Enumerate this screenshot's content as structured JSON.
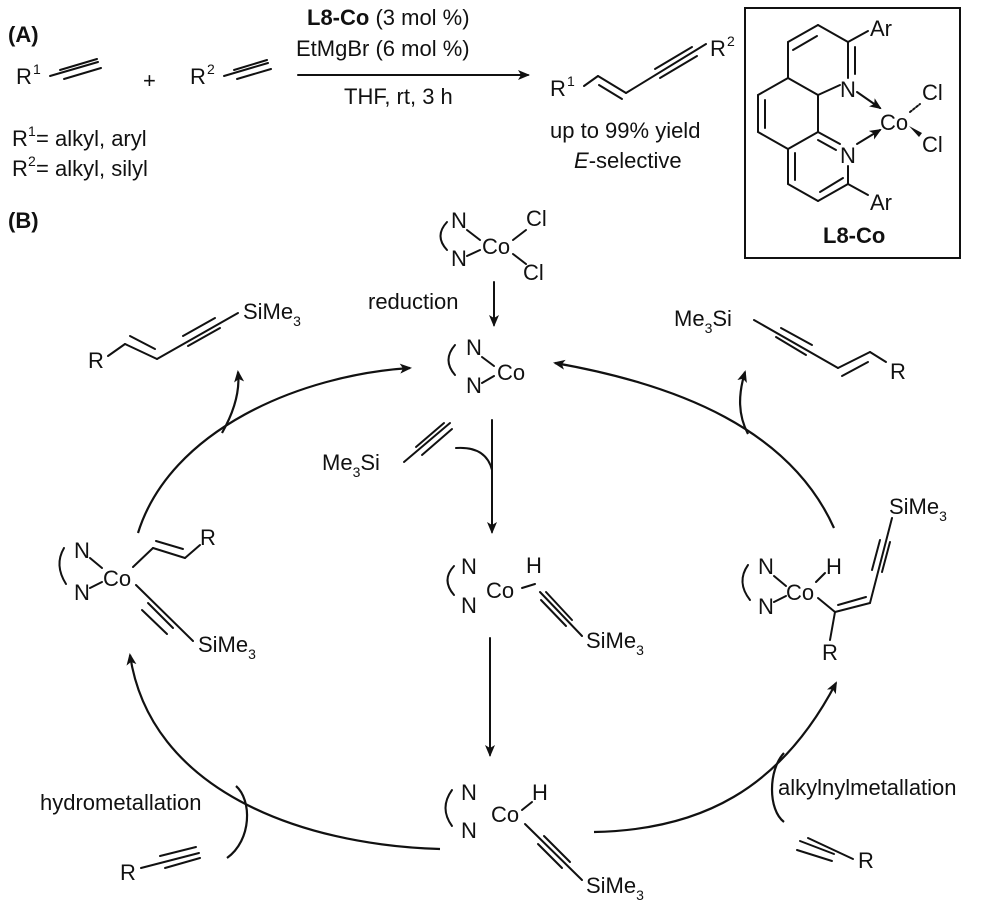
{
  "figure": {
    "panel_a_label": "(A)",
    "panel_b_label": "(B)"
  },
  "panel_a": {
    "reactant1": {
      "r": "R",
      "sup": "1"
    },
    "plus": "+",
    "reactant2": {
      "r": "R",
      "sup": "2"
    },
    "conditions": {
      "catalyst_name": "L8-Co",
      "catalyst_loading": " (3 mol %)",
      "additive": "EtMgBr (6 mol %)",
      "solvent_line": "THF, rt, 3 h"
    },
    "product": {
      "r1": "R",
      "r1_sup": "1",
      "r2": "R",
      "r2_sup": "2"
    },
    "yield_text": "up to 99% yield",
    "selectivity_italic": "E",
    "selectivity_rest": "-selective",
    "scope": [
      {
        "r": "R",
        "sup": "1",
        "text": " = alkyl, aryl"
      },
      {
        "r": "R",
        "sup": "2",
        "text": " = alkyl, silyl"
      }
    ],
    "catalyst_box": {
      "ar_top": "Ar",
      "ar_bottom": "Ar",
      "n_top": "N",
      "n_bottom": "N",
      "metal": "Co",
      "cl1": "Cl",
      "cl2": "Cl",
      "label": "L8-Co"
    }
  },
  "panel_b": {
    "precatalyst": {
      "n1": "N",
      "n2": "N",
      "metal": "Co",
      "cl1": "Cl",
      "cl2": "Cl"
    },
    "reduction_label": "reduction",
    "active_catalyst": {
      "n1": "N",
      "n2": "N",
      "metal": "Co"
    },
    "incoming_alkyne": {
      "me": "Me",
      "sub": "3",
      "si": "Si"
    },
    "pi_complex": {
      "n1": "N",
      "n2": "N",
      "metal": "Co",
      "h": "H",
      "si": "SiMe",
      "sub": "3"
    },
    "hydride_complex": {
      "n1": "N",
      "n2": "N",
      "metal": "Co",
      "h": "H",
      "si": "SiMe",
      "sub": "3"
    },
    "left_intermediate": {
      "n1": "N",
      "n2": "N",
      "metal": "Co",
      "r": "R",
      "si": "SiMe",
      "sub": "3"
    },
    "right_intermediate": {
      "n1": "N",
      "n2": "N",
      "metal": "Co",
      "h": "H",
      "r": "R",
      "si": "SiMe",
      "sub": "3"
    },
    "product_left": {
      "r": "R",
      "si": "SiMe",
      "sub": "3"
    },
    "product_right": {
      "me": "Me",
      "sub": "3",
      "si": "Si",
      "r": "R"
    },
    "hydrometallation_label": "hydrometallation",
    "hydro_alkyne": {
      "r": "R"
    },
    "alkynylmetallation_label": "alkylnylmetallation",
    "alkynyl_alkyne": {
      "r": "R"
    }
  }
}
